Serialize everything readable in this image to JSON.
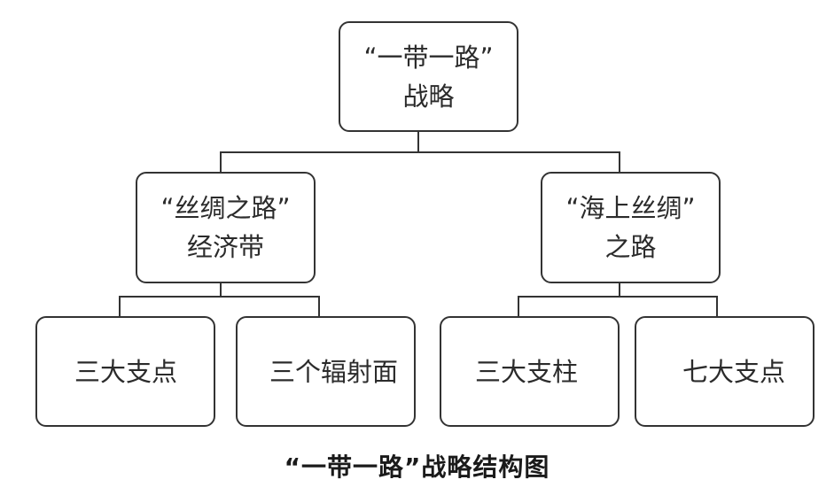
{
  "diagram": {
    "root": {
      "line1": "“一带一路”",
      "line2": "战略"
    },
    "left": {
      "line1": "“丝绸之路”",
      "line2": "经济带"
    },
    "right": {
      "line1": "“海上丝绸”",
      "line2": "之路"
    },
    "left_children": [
      "三大支点",
      "三个辐射面"
    ],
    "right_children": [
      "三大支柱",
      "七大支点"
    ]
  },
  "caption": "“一带一路”战略结构图"
}
